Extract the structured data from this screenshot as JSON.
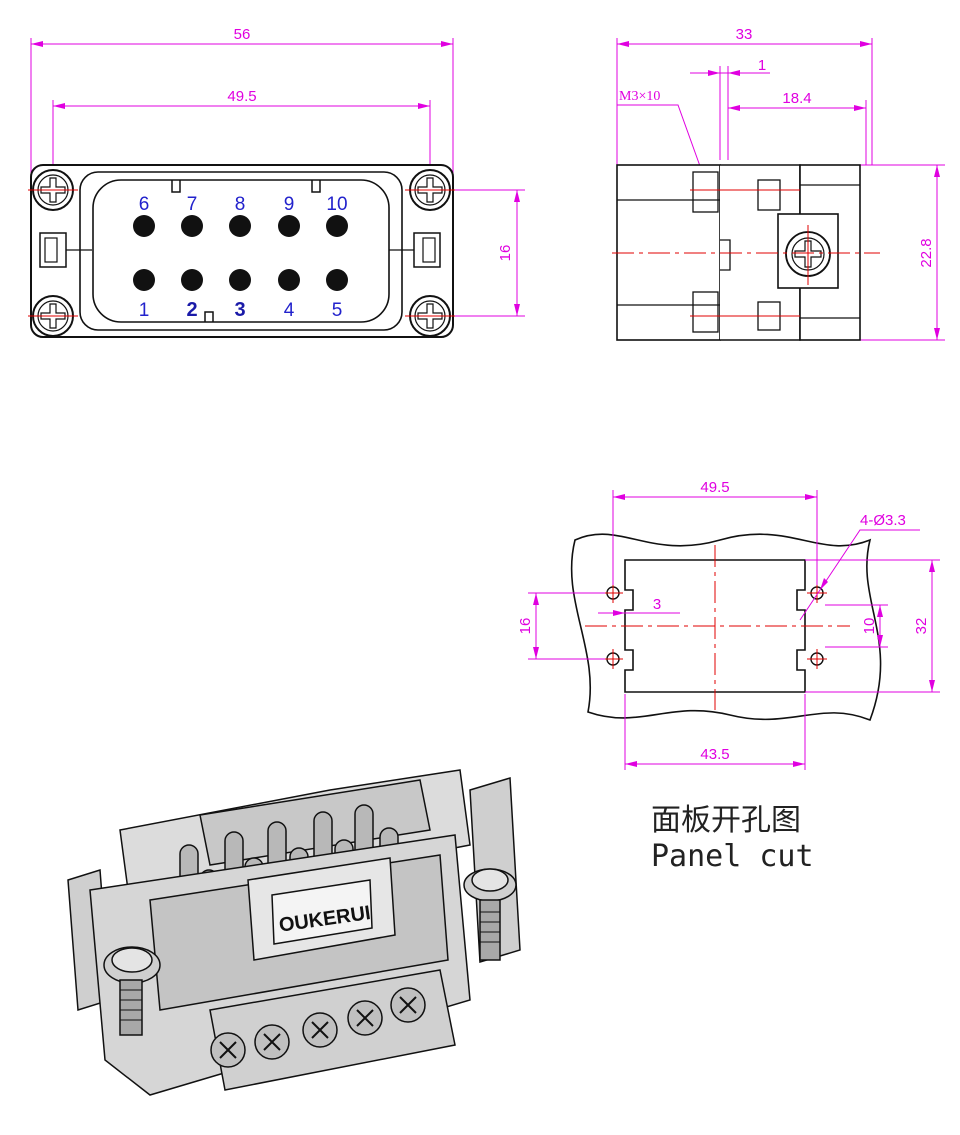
{
  "dimensions": {
    "front_width_overall": "56",
    "front_screw_pitch": "49.5",
    "front_height": "16",
    "side_width": "33",
    "side_small": "1",
    "side_depth": "18.4",
    "side_height": "22.8",
    "screw_spec": "M3×10",
    "cut_screw_pitch": "49.5",
    "cut_hole_spec": "4-Ø3.3",
    "cut_hole_vertical": "16",
    "cut_offset": "3",
    "cut_half": "10",
    "cut_height": "32",
    "cut_width": "43.5"
  },
  "pins_top": [
    "6",
    "7",
    "8",
    "9",
    "10"
  ],
  "pins_bottom": [
    "1",
    "2",
    "3",
    "4",
    "5"
  ],
  "caption": {
    "line1": "面板开孔图",
    "line2": "Panel cut"
  },
  "brand": "OUKERUI",
  "colors": {
    "dimension": "#e000e0",
    "centerline": "#e00000",
    "pin_label": "#2222cc",
    "outline": "#111111"
  }
}
